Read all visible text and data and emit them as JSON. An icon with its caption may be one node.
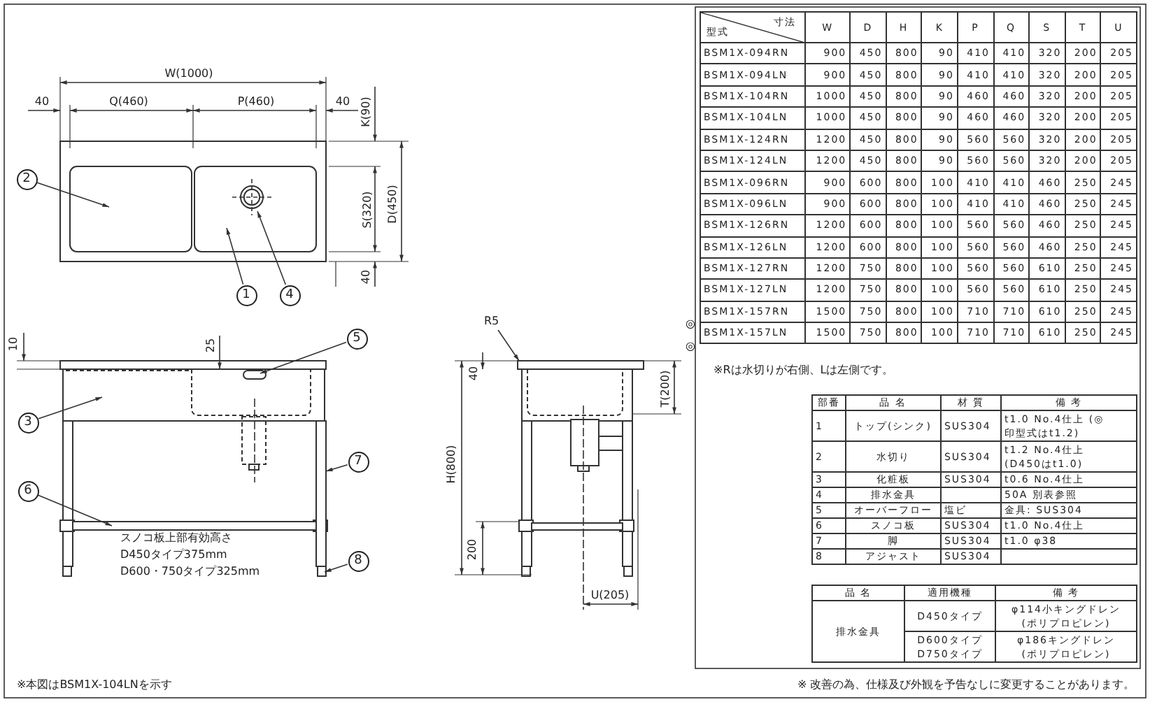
{
  "diagram": {
    "nodes": [
      {
        "text": [
          "2"
        ]
      },
      {
        "text": [
          "1"
        ]
      },
      {
        "text": [
          "4"
        ]
      },
      {
        "text": [
          "5"
        ]
      },
      {
        "text": [
          "3"
        ]
      },
      {
        "text": [
          "7"
        ]
      },
      {
        "text": [
          "6"
        ]
      },
      {
        "text": [
          "8"
        ]
      },
      {
        "text": [
          "R5"
        ]
      },
      {
        "text": [],
        "shape": "box"
      },
      {
        "text": [],
        "shape": "box"
      },
      {
        "text": [],
        "shape": "circle",
        "in": 10
      },
      {
        "text": [],
        "shape": "box",
        "in": 13
      },
      {
        "text": [],
        "shape": "box"
      },
      {
        "text": [],
        "shape": "bar"
      },
      {
        "text": [],
        "shape": "bar"
      },
      {
        "text": [],
        "shape": "box"
      },
      {
        "text": [],
        "shape": "bar"
      }
    ],
    "edges": [
      {
        "from": 0,
        "to": 9,
        "arrow": "to"
      },
      {
        "from": 1,
        "to": 10,
        "arrow": "to"
      },
      {
        "from": 2,
        "to": 11,
        "arrow": "to"
      },
      {
        "from": 3,
        "to": 12,
        "arrow": "to"
      },
      {
        "from": 4,
        "to": 13,
        "arrow": "to"
      },
      {
        "from": 5,
        "to": 14,
        "arrow": "to"
      },
      {
        "from": 6,
        "to": 15,
        "arrow": "to"
      },
      {
        "from": 7,
        "to": 16,
        "arrow": "to"
      },
      {
        "from": 8,
        "to": 17,
        "arrow": "to"
      }
    ],
    "labels": [
      "W(1000)",
      "40",
      "Q(460)",
      "P(460)",
      "40",
      "K(90)",
      "S(320)",
      "D(450)",
      "40",
      "10",
      "25",
      "スノコ板上部有効高さ",
      "D450タイプ375mm",
      "D600・750タイプ325mm",
      "40",
      "H(800)",
      "T(200)",
      "200",
      "U(205)",
      "※本図はBSM1X-104LNを示す",
      "寸法",
      "型式",
      "W",
      "D",
      "H",
      "K",
      "P",
      "Q",
      "S",
      "T",
      "U",
      "BSM1X-094RN",
      "900",
      "450",
      "800",
      "90",
      "410",
      "410",
      "320",
      "200",
      "205",
      "BSM1X-094LN",
      "900",
      "450",
      "800",
      "90",
      "410",
      "410",
      "320",
      "200",
      "205",
      "BSM1X-104RN",
      "1000",
      "450",
      "800",
      "90",
      "460",
      "460",
      "320",
      "200",
      "205",
      "BSM1X-104LN",
      "1000",
      "450",
      "800",
      "90",
      "460",
      "460",
      "320",
      "200",
      "205",
      "BSM1X-124RN",
      "1200",
      "450",
      "800",
      "90",
      "560",
      "560",
      "320",
      "200",
      "205",
      "BSM1X-124LN",
      "1200",
      "450",
      "800",
      "90",
      "560",
      "560",
      "320",
      "200",
      "205",
      "BSM1X-096RN",
      "900",
      "600",
      "800",
      "100",
      "410",
      "410",
      "460",
      "250",
      "245",
      "BSM1X-096LN",
      "900",
      "600",
      "800",
      "100",
      "410",
      "410",
      "460",
      "250",
      "245",
      "BSM1X-126RN",
      "1200",
      "600",
      "800",
      "100",
      "560",
      "560",
      "460",
      "250",
      "245",
      "BSM1X-126LN",
      "1200",
      "600",
      "800",
      "100",
      "560",
      "560",
      "460",
      "250",
      "245",
      "BSM1X-127RN",
      "1200",
      "750",
      "800",
      "100",
      "560",
      "560",
      "610",
      "250",
      "245",
      "BSM1X-127LN",
      "1200",
      "750",
      "800",
      "100",
      "560",
      "560",
      "610",
      "250",
      "245",
      "BSM1X-157RN",
      "1500",
      "750",
      "800",
      "100",
      "710",
      "710",
      "610",
      "250",
      "245",
      "BSM1X-157LN",
      "1500",
      "750",
      "800",
      "100",
      "710",
      "710",
      "610",
      "250",
      "245",
      "◎",
      "◎",
      "※Rは水切りが右側、Lは左側です。",
      "部番",
      "品 名",
      "材 質",
      "備 考",
      "1",
      "トップ(シンク)",
      "SUS304",
      "t1.0 No.4仕上 (◎印型式はt1.2)",
      "2",
      "水切り",
      "SUS304",
      "t1.2 No.4仕上 (D450はt1.0)",
      "3",
      "化粧板",
      "SUS304",
      "t0.6 No.4仕上",
      "4",
      "排水金具",
      "50A 別表参照",
      "5",
      "オーバーフロー",
      "塩ビ",
      "金具: SUS304",
      "6",
      "スノコ板",
      "SUS304",
      "t1.0 No.4仕上",
      "7",
      "脚",
      "SUS304",
      "t1.0 φ38",
      "8",
      "アジャスト",
      "SUS304",
      "品 名",
      "適用機種",
      "備 考",
      "排水金具",
      "D450タイプ",
      "φ114小キングドレン (ポリプロピレン)",
      "D600タイプ D750タイプ",
      "φ186キングドレン (ポリプロピレン)",
      "※ 改善の為、仕様及び外観を予告なしに変更することがあります。"
    ]
  }
}
